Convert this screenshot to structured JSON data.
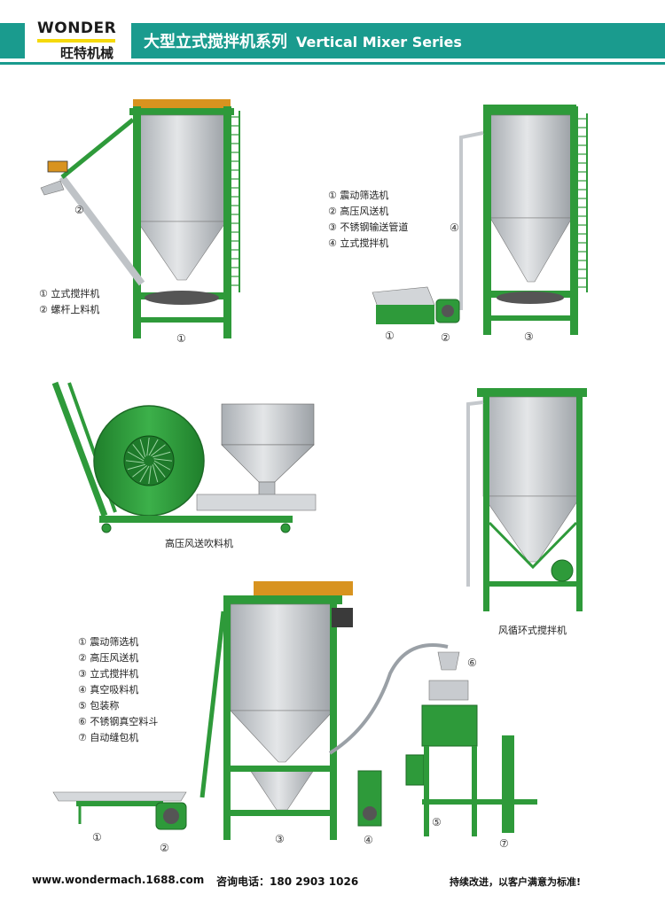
{
  "header": {
    "logo_en": "WONDER",
    "logo_cn": "旺特机械",
    "title_cn": "大型立式搅拌机系列",
    "title_en": "Vertical Mixer Series",
    "accent": "#1a9b8e",
    "logo_bar_color": "#f5d90a"
  },
  "figure1": {
    "labels": [
      "① 立式搅拌机",
      "② 螺杆上料机"
    ],
    "nums": [
      "②",
      "①"
    ]
  },
  "figure2": {
    "labels": [
      "① 震动筛选机",
      "② 高压风送机",
      "③ 不锈钢输送管道",
      "④ 立式搅拌机"
    ],
    "nums": [
      "④",
      "①",
      "②",
      "③"
    ]
  },
  "figure3": {
    "caption": "高压风送吹料机"
  },
  "figure4": {
    "caption": "风循环式搅拌机"
  },
  "figure5": {
    "labels": [
      "① 震动筛选机",
      "② 高压风送机",
      "③ 立式搅拌机",
      "④ 真空吸料机",
      "⑤ 包装称",
      "⑥ 不锈钢真空料斗",
      "⑦ 自动缝包机"
    ],
    "nums": [
      "⑥",
      "①",
      "②",
      "③",
      "④",
      "⑤",
      "⑦"
    ]
  },
  "footer": {
    "url": "www.wondermach.1688.com",
    "tel": "咨询电话：180 2903 1026",
    "slogan": "持续改进，以客户满意为标准!"
  },
  "colors": {
    "frame_green": "#2e9a3a",
    "steel": "#c8cbcf",
    "steel_dark": "#9aa0a6",
    "orange": "#d8931f"
  }
}
